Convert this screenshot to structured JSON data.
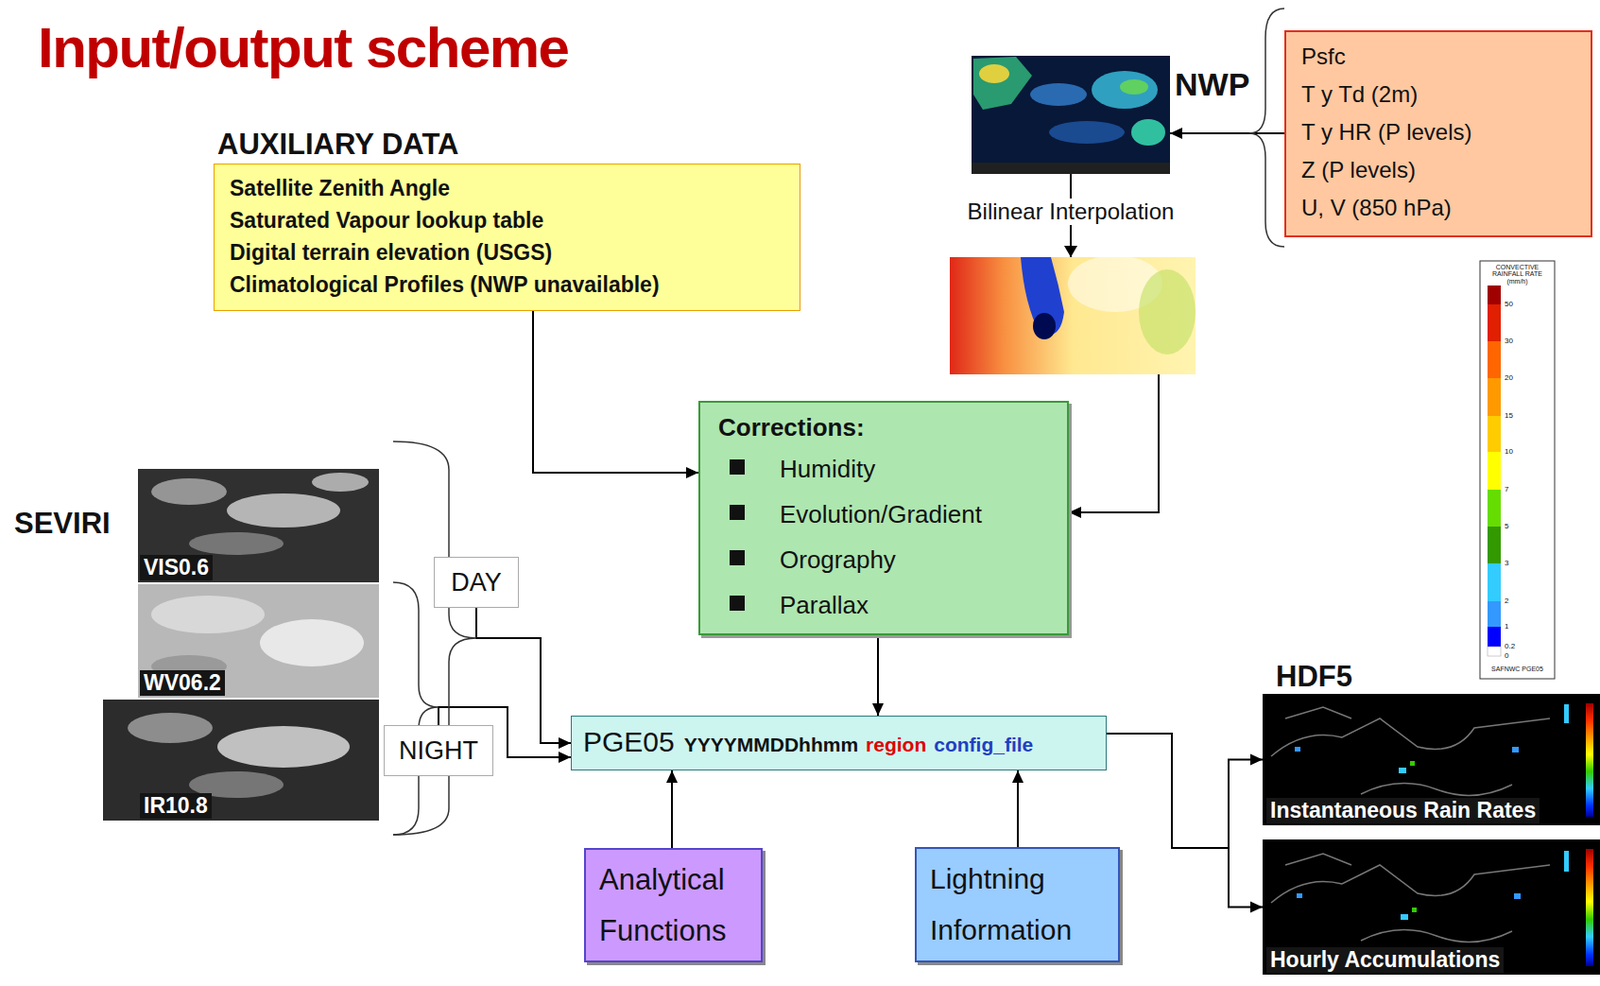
{
  "diagram": {
    "title": "Input/output scheme",
    "nodes": [
      {
        "text": [
          "AUXILIARY DATA",
          "Satellite Zenith Angle",
          "Saturated Vapour lookup table",
          "Digital terrain elevation (USGS)",
          "Climatological Profiles (NWP unavailable)"
        ]
      },
      {
        "text": [
          "NWP"
        ]
      },
      {
        "text": [
          "Psfc",
          "T y Td (2m)",
          "T y HR (P levels)",
          "Z (P levels)",
          "U, V (850 hPa)"
        ]
      },
      {
        "text": [
          "Corrections:",
          "Humidity",
          "Evolution/Gradient",
          "Orography",
          "Parallax"
        ]
      },
      {
        "text": [
          "VIS0.6"
        ]
      },
      {
        "text": [
          "WV06.2"
        ]
      },
      {
        "text": [
          "IR10.8"
        ]
      },
      {
        "text": [
          "DAY"
        ]
      },
      {
        "text": [
          "NIGHT"
        ]
      },
      {
        "text": [
          "PGE05",
          "YYYYMMDDhhmm",
          "region",
          "config_file"
        ]
      },
      {
        "text": [
          "Analytical Functions"
        ]
      },
      {
        "text": [
          "Lightning Information"
        ]
      },
      {
        "text": [
          "Instantaneous Rain Rates"
        ]
      },
      {
        "text": [
          "Hourly Accumulations"
        ]
      }
    ],
    "edges": [
      {
        "from": 0,
        "to": 3,
        "arrow": "to"
      },
      {
        "from": 2,
        "to": 1,
        "arrow": "to"
      },
      {
        "from": 1,
        "to": 3,
        "label": "Bilinear Interpolation",
        "arrow": "to"
      },
      {
        "from": 3,
        "to": 9,
        "arrow": "to"
      },
      {
        "from": 7,
        "to": 9,
        "arrow": "to"
      },
      {
        "from": 8,
        "to": 9,
        "arrow": "to"
      },
      {
        "from": 10,
        "to": 9,
        "arrow": "to"
      },
      {
        "from": 11,
        "to": 9,
        "arrow": "to"
      },
      {
        "from": 9,
        "to": 12,
        "arrow": "to"
      },
      {
        "from": 9,
        "to": 13,
        "arrow": "to"
      }
    ],
    "labels": [
      "SEVIRI",
      "HDF5",
      "CONVECTIVE RAINFALL RATE (mm/h)",
      "50",
      "30",
      "20",
      "15",
      "10",
      "7",
      "5",
      "3",
      "2",
      "1",
      "0.2",
      "0",
      "SAFNWC PGE05"
    ]
  }
}
